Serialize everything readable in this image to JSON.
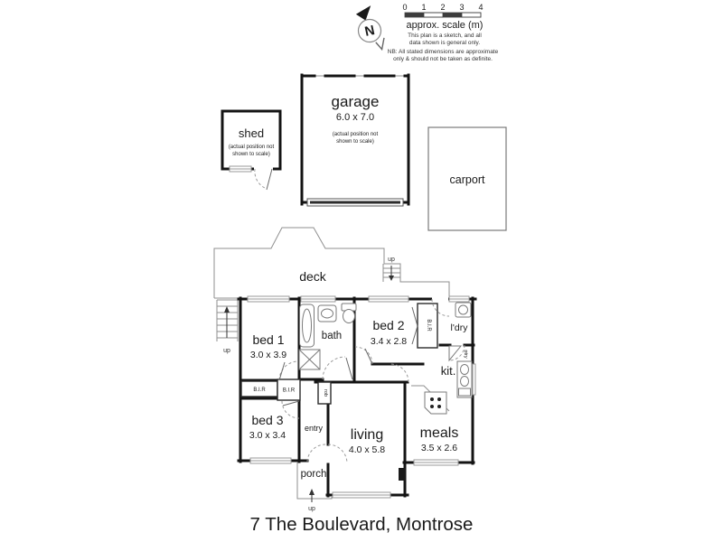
{
  "meta": {
    "compass_letter": "N"
  },
  "scalebar": {
    "ticks": [
      "0",
      "1",
      "2",
      "3",
      "4"
    ],
    "caption": "approx. scale (m)",
    "note_line1": "This plan is a sketch, and all",
    "note_line2": "data shown is general only.",
    "nb_line1": "NB: All stated dimensions are approximate",
    "nb_line2": "only & should not be taken as definite."
  },
  "outbuildings": {
    "shed": {
      "label": "shed",
      "note_line1": "(actual position not",
      "note_line2": "shown to scale)"
    },
    "garage": {
      "label": "garage",
      "dims": "6.0 x 7.0",
      "note_line1": "(actual position not",
      "note_line2": "shown to scale)"
    },
    "carport": {
      "label": "carport"
    }
  },
  "outdoor": {
    "deck_label": "deck",
    "porch_label": "porch",
    "stairs_label": "up"
  },
  "rooms": {
    "bed1": {
      "label": "bed 1",
      "dims": "3.0 x 3.9"
    },
    "bed2": {
      "label": "bed 2",
      "dims": "3.4 x 2.8"
    },
    "bed3": {
      "label": "bed 3",
      "dims": "3.0 x 3.4"
    },
    "bath": {
      "label": "bath"
    },
    "laundry": {
      "label": "l'dry"
    },
    "kitchen": {
      "label": "kit."
    },
    "meals": {
      "label": "meals",
      "dims": "3.5 x 2.6"
    },
    "living": {
      "label": "living",
      "dims": "4.0 x 5.8"
    },
    "entry": {
      "label": "entry"
    }
  },
  "storage": {
    "bir": "B.I.R",
    "robe": "rob",
    "pantry": "ptry"
  },
  "address": "7 The Boulevard, Montrose",
  "colors": {
    "wall": "#141414",
    "thin_line": "#8f8f8f",
    "scale_fill": "#3c3c3c",
    "text": "#1a1a1a"
  }
}
